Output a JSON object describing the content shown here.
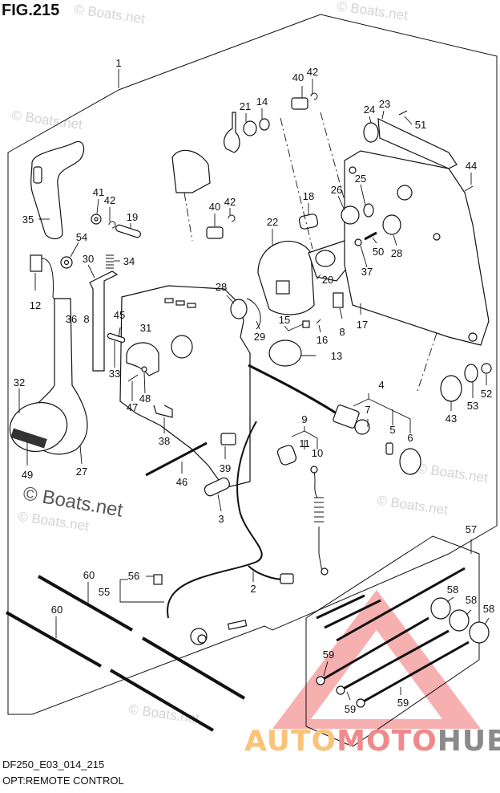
{
  "figure": {
    "title": "FIG.215",
    "code": "DF250_E03_014_215",
    "caption": "OPT:REMOTE CONTROL"
  },
  "watermarks": {
    "text": "© Boats.net",
    "big_text": "© Boats.net"
  },
  "logo": {
    "part1": "AUTO",
    "part2": "MOTO",
    "part3": "HUB",
    "colors": {
      "auto": "#f9c47a",
      "moto": "#f08a8a",
      "hub": "#8a8a8a",
      "triangle": "#f07070"
    }
  },
  "callouts": [
    {
      "id": "c1",
      "label": "1"
    },
    {
      "id": "c2",
      "label": "2"
    },
    {
      "id": "c3",
      "label": "3"
    },
    {
      "id": "c4",
      "label": "4"
    },
    {
      "id": "c5",
      "label": "5"
    },
    {
      "id": "c6",
      "label": "6"
    },
    {
      "id": "c7",
      "label": "7"
    },
    {
      "id": "c8a",
      "label": "8"
    },
    {
      "id": "c8b",
      "label": "8"
    },
    {
      "id": "c9",
      "label": "9"
    },
    {
      "id": "c10",
      "label": "10"
    },
    {
      "id": "c11",
      "label": "11"
    },
    {
      "id": "c12",
      "label": "12"
    },
    {
      "id": "c13",
      "label": "13"
    },
    {
      "id": "c14",
      "label": "14"
    },
    {
      "id": "c15",
      "label": "15"
    },
    {
      "id": "c16",
      "label": "16"
    },
    {
      "id": "c17",
      "label": "17"
    },
    {
      "id": "c18",
      "label": "18"
    },
    {
      "id": "c19",
      "label": "19"
    },
    {
      "id": "c20",
      "label": "20"
    },
    {
      "id": "c21",
      "label": "21"
    },
    {
      "id": "c22",
      "label": "22"
    },
    {
      "id": "c23",
      "label": "23"
    },
    {
      "id": "c24",
      "label": "24"
    },
    {
      "id": "c25",
      "label": "25"
    },
    {
      "id": "c26",
      "label": "26"
    },
    {
      "id": "c27",
      "label": "27"
    },
    {
      "id": "c28a",
      "label": "28"
    },
    {
      "id": "c28b",
      "label": "28"
    },
    {
      "id": "c29",
      "label": "29"
    },
    {
      "id": "c30",
      "label": "30"
    },
    {
      "id": "c31",
      "label": "31"
    },
    {
      "id": "c32",
      "label": "32"
    },
    {
      "id": "c33",
      "label": "33"
    },
    {
      "id": "c34",
      "label": "34"
    },
    {
      "id": "c35",
      "label": "35"
    },
    {
      "id": "c36",
      "label": "36"
    },
    {
      "id": "c37",
      "label": "37"
    },
    {
      "id": "c38",
      "label": "38"
    },
    {
      "id": "c39",
      "label": "39"
    },
    {
      "id": "c40a",
      "label": "40"
    },
    {
      "id": "c40b",
      "label": "40"
    },
    {
      "id": "c41",
      "label": "41"
    },
    {
      "id": "c42a",
      "label": "42"
    },
    {
      "id": "c42b",
      "label": "42"
    },
    {
      "id": "c42c",
      "label": "42"
    },
    {
      "id": "c43",
      "label": "43"
    },
    {
      "id": "c44",
      "label": "44"
    },
    {
      "id": "c45",
      "label": "45"
    },
    {
      "id": "c46",
      "label": "46"
    },
    {
      "id": "c47",
      "label": "47"
    },
    {
      "id": "c48",
      "label": "48"
    },
    {
      "id": "c49",
      "label": "49"
    },
    {
      "id": "c50",
      "label": "50"
    },
    {
      "id": "c51",
      "label": "51"
    },
    {
      "id": "c52",
      "label": "52"
    },
    {
      "id": "c53",
      "label": "53"
    },
    {
      "id": "c54",
      "label": "54"
    },
    {
      "id": "c55",
      "label": "55"
    },
    {
      "id": "c56",
      "label": "56"
    },
    {
      "id": "c57",
      "label": "57"
    },
    {
      "id": "c58a",
      "label": "58"
    },
    {
      "id": "c58b",
      "label": "58"
    },
    {
      "id": "c58c",
      "label": "58"
    },
    {
      "id": "c59a",
      "label": "59"
    },
    {
      "id": "c59b",
      "label": "59"
    },
    {
      "id": "c59c",
      "label": "59"
    },
    {
      "id": "c60a",
      "label": "60"
    },
    {
      "id": "c60b",
      "label": "60"
    }
  ]
}
